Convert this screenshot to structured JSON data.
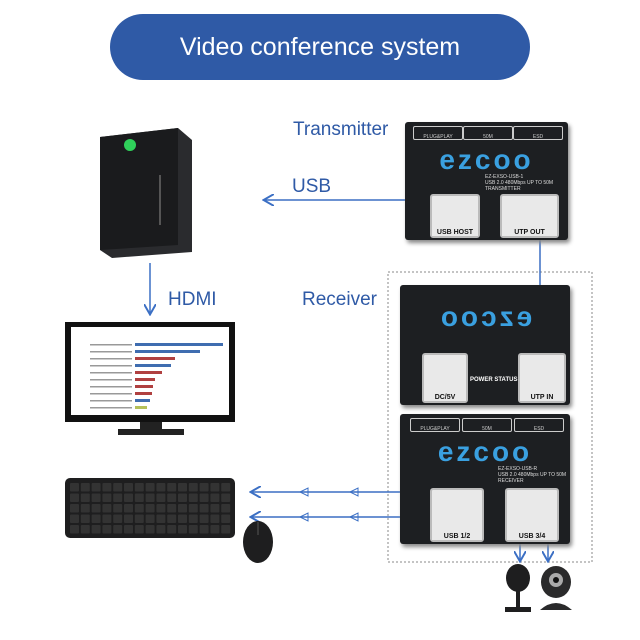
{
  "title": "Video conference system",
  "labels": {
    "transmitter": "Transmitter",
    "usb": "USB",
    "hdmi": "HDMI",
    "receiver": "Receiver"
  },
  "transmitter": {
    "brand": "ezcoo",
    "model": "EZ-EXSO-USB-1",
    "spec": "USB 2.0 480Mbps UP TO 50M",
    "type": "TRANSMITTER",
    "tabs": [
      "PLUG&PLAY",
      "50M",
      "ESD"
    ],
    "ports": [
      "USB HOST",
      "UTP OUT"
    ]
  },
  "receiver": {
    "brand": "ezcoo",
    "ports": [
      "DC/5V",
      "UTP IN"
    ],
    "status": "POWER STATUS"
  },
  "receiver_usb": {
    "brand": "ezcoo",
    "model": "EZ-EXSO-USB-R",
    "spec": "USB 2.0 480Mbps UP TO 50M",
    "type": "RECEIVER",
    "tabs": [
      "PLUG&PLAY",
      "50M",
      "ESD"
    ],
    "ports": [
      "USB 1/2",
      "USB 3/4"
    ]
  },
  "colors": {
    "accent": "#2f5aa6",
    "line": "#3b6fc4",
    "logo": "#3aa0e0"
  },
  "icons": [
    "desktop-pc",
    "monitor",
    "keyboard",
    "mouse",
    "microphone",
    "webcam"
  ]
}
